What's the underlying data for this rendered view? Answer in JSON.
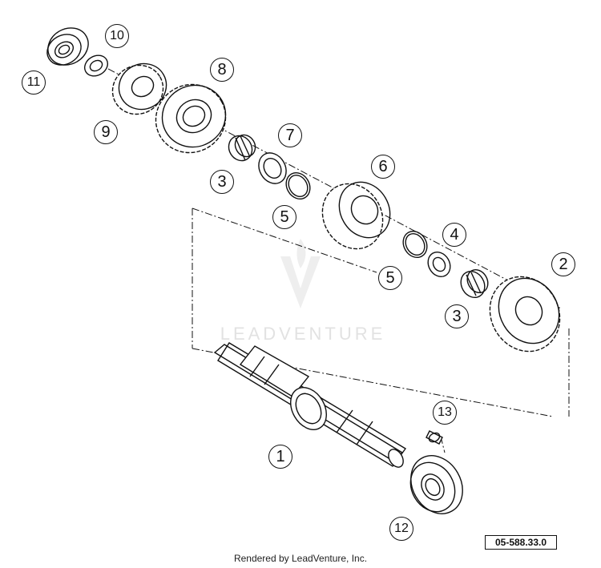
{
  "diagram": {
    "parts": [
      {
        "id": "part-1",
        "label": "1"
      },
      {
        "id": "part-2",
        "label": "2"
      },
      {
        "id": "part-3a",
        "label": "3"
      },
      {
        "id": "part-3b",
        "label": "3"
      },
      {
        "id": "part-4",
        "label": "4"
      },
      {
        "id": "part-5a",
        "label": "5"
      },
      {
        "id": "part-5b",
        "label": "5"
      },
      {
        "id": "part-6",
        "label": "6"
      },
      {
        "id": "part-7",
        "label": "7"
      },
      {
        "id": "part-8",
        "label": "8"
      },
      {
        "id": "part-9",
        "label": "9"
      },
      {
        "id": "part-10",
        "label": "10"
      },
      {
        "id": "part-11",
        "label": "11"
      },
      {
        "id": "part-12",
        "label": "12"
      },
      {
        "id": "part-13",
        "label": "13"
      }
    ],
    "reference_number": "05-588.33.0",
    "watermark": "LEADVENTURE",
    "footer": "Rendered by LeadVenture, Inc."
  },
  "colors": {
    "line": "#111111",
    "watermark": "#e2e2e2",
    "background": "#ffffff"
  }
}
